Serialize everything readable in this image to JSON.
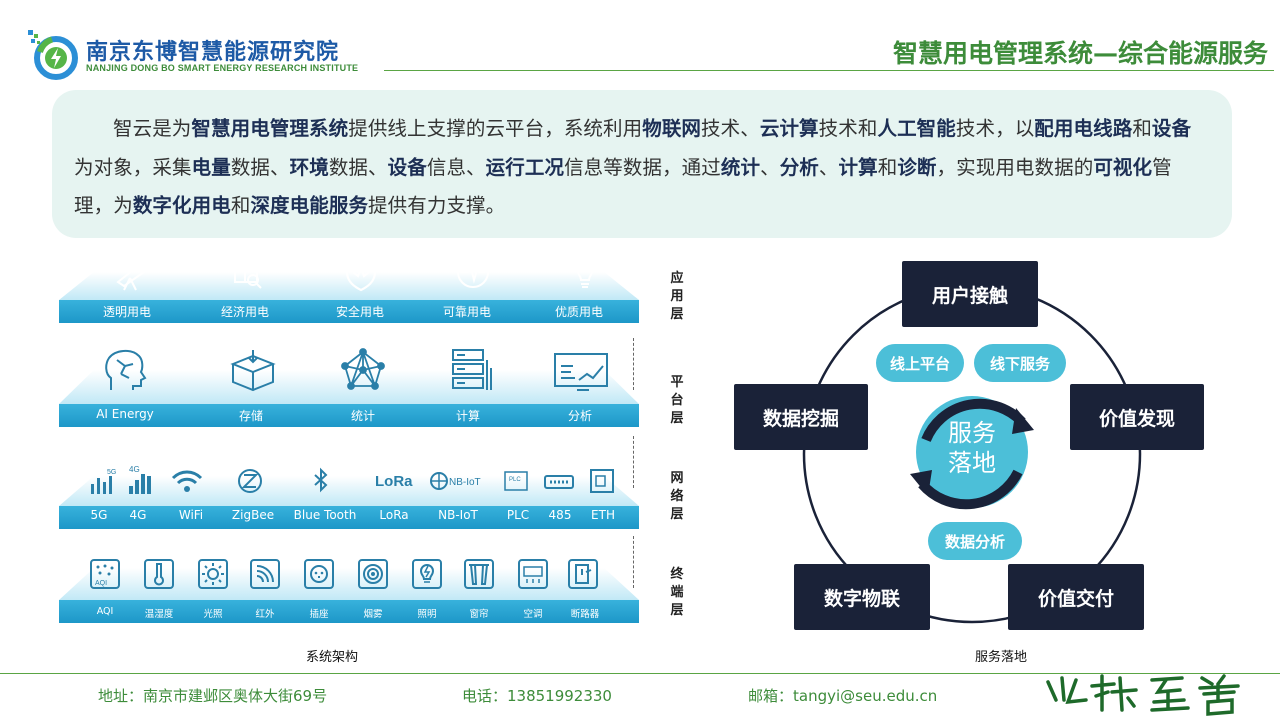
{
  "header": {
    "institute_cn": "南京东博智慧能源研究院",
    "institute_en": "NANJING DONG BO SMART ENERGY RESEARCH INSTITUTE",
    "title": "智慧用电管理系统—综合能源服务"
  },
  "intro": {
    "segments": [
      {
        "t": "智云是为",
        "b": false
      },
      {
        "t": "智慧用电管理系统",
        "b": true
      },
      {
        "t": "提供线上支撑的云平台，系统利用",
        "b": false
      },
      {
        "t": "物联网",
        "b": true
      },
      {
        "t": "技术、",
        "b": false
      },
      {
        "t": "云计算",
        "b": true
      },
      {
        "t": "技术和",
        "b": false
      },
      {
        "t": "人工智能",
        "b": true
      },
      {
        "t": "技术，以",
        "b": false
      },
      {
        "t": "配用电线路",
        "b": true
      },
      {
        "t": "和",
        "b": false
      },
      {
        "t": "设备",
        "b": true
      },
      {
        "t": "为对象，采集",
        "b": false
      },
      {
        "t": "电量",
        "b": true
      },
      {
        "t": "数据、",
        "b": false
      },
      {
        "t": "环境",
        "b": true
      },
      {
        "t": "数据、",
        "b": false
      },
      {
        "t": "设备",
        "b": true
      },
      {
        "t": "信息、",
        "b": false
      },
      {
        "t": "运行工况",
        "b": true
      },
      {
        "t": "信息等数据，通过",
        "b": false
      },
      {
        "t": "统计",
        "b": true
      },
      {
        "t": "、",
        "b": false
      },
      {
        "t": "分析",
        "b": true
      },
      {
        "t": "、",
        "b": false
      },
      {
        "t": "计算",
        "b": true
      },
      {
        "t": "和",
        "b": false
      },
      {
        "t": "诊断",
        "b": true
      },
      {
        "t": "，实现用电数据的",
        "b": false
      },
      {
        "t": "可视化",
        "b": true
      },
      {
        "t": "管理，为",
        "b": false
      },
      {
        "t": "数字化用电",
        "b": true
      },
      {
        "t": "和",
        "b": false
      },
      {
        "t": "深度电能服务",
        "b": true
      },
      {
        "t": "提供有力支撑。",
        "b": false
      }
    ]
  },
  "architecture": {
    "caption": "系统架构",
    "layers": [
      {
        "name": "应用层",
        "items": [
          {
            "label": "透明用电",
            "icon": "telescope-icon"
          },
          {
            "label": "经济用电",
            "icon": "grid-search-icon"
          },
          {
            "label": "安全用电",
            "icon": "shield-icon"
          },
          {
            "label": "可靠用电",
            "icon": "heartbeat-icon"
          },
          {
            "label": "优质用电",
            "icon": "bulb-icon"
          }
        ]
      },
      {
        "name": "平台层",
        "items": [
          {
            "label": "AI Energy",
            "icon": "ai-head-icon"
          },
          {
            "label": "存储",
            "icon": "box-icon"
          },
          {
            "label": "统计",
            "icon": "network-icon"
          },
          {
            "label": "计算",
            "icon": "server-icon"
          },
          {
            "label": "分析",
            "icon": "monitor-chart-icon"
          }
        ]
      },
      {
        "name": "网络层",
        "items": [
          {
            "label": "5G",
            "icon": "signal-5g-icon"
          },
          {
            "label": "4G",
            "icon": "signal-4g-icon"
          },
          {
            "label": "WiFi",
            "icon": "wifi-icon"
          },
          {
            "label": "ZigBee",
            "icon": "zigbee-icon"
          },
          {
            "label": "Blue Tooth",
            "icon": "bluetooth-icon"
          },
          {
            "label": "LoRa",
            "icon": "lora-icon"
          },
          {
            "label": "NB-IoT",
            "icon": "nbiot-icon"
          },
          {
            "label": "PLC",
            "icon": "plc-icon"
          },
          {
            "label": "485",
            "icon": "rs485-icon"
          },
          {
            "label": "ETH",
            "icon": "ethernet-icon"
          }
        ]
      },
      {
        "name": "终端层",
        "items": [
          {
            "label": "AQI",
            "icon": "aqi-icon"
          },
          {
            "label": "温湿度",
            "icon": "thermometer-icon"
          },
          {
            "label": "光照",
            "icon": "sun-icon"
          },
          {
            "label": "红外",
            "icon": "infrared-icon"
          },
          {
            "label": "插座",
            "icon": "socket-icon"
          },
          {
            "label": "烟雾",
            "icon": "smoke-icon"
          },
          {
            "label": "照明",
            "icon": "lamp-icon"
          },
          {
            "label": "窗帘",
            "icon": "curtain-icon"
          },
          {
            "label": "空调",
            "icon": "aircon-icon"
          },
          {
            "label": "断路器",
            "icon": "breaker-icon"
          }
        ]
      }
    ],
    "icon_texts": {
      "five_g": "5G",
      "four_g": "4G",
      "lora": "LoRa",
      "nbiot": "NB-IoT",
      "plc": "PLC",
      "aqi": "AQI"
    }
  },
  "service": {
    "caption": "服务落地",
    "center_line1": "服务",
    "center_line2": "落地",
    "boxes": {
      "top": "用户接触",
      "left": "数据挖掘",
      "right": "价值发现",
      "bottom_left": "数字物联",
      "bottom_right": "价值交付"
    },
    "pills": {
      "online": "线上平台",
      "offline": "线下服务",
      "analysis": "数据分析"
    },
    "colors": {
      "box": "#1a2238",
      "pill": "#4cbfd8"
    }
  },
  "footer": {
    "address": "地址：南京市建邺区奥体大街69号",
    "phone": "电话：13851992330",
    "email": "邮箱：tangyi@seu.edu.cn",
    "motto": "止于至善"
  },
  "colors": {
    "brand_blue": "#1d5aa6",
    "brand_green": "#3d8c3a",
    "slab": "#1d97c8"
  }
}
